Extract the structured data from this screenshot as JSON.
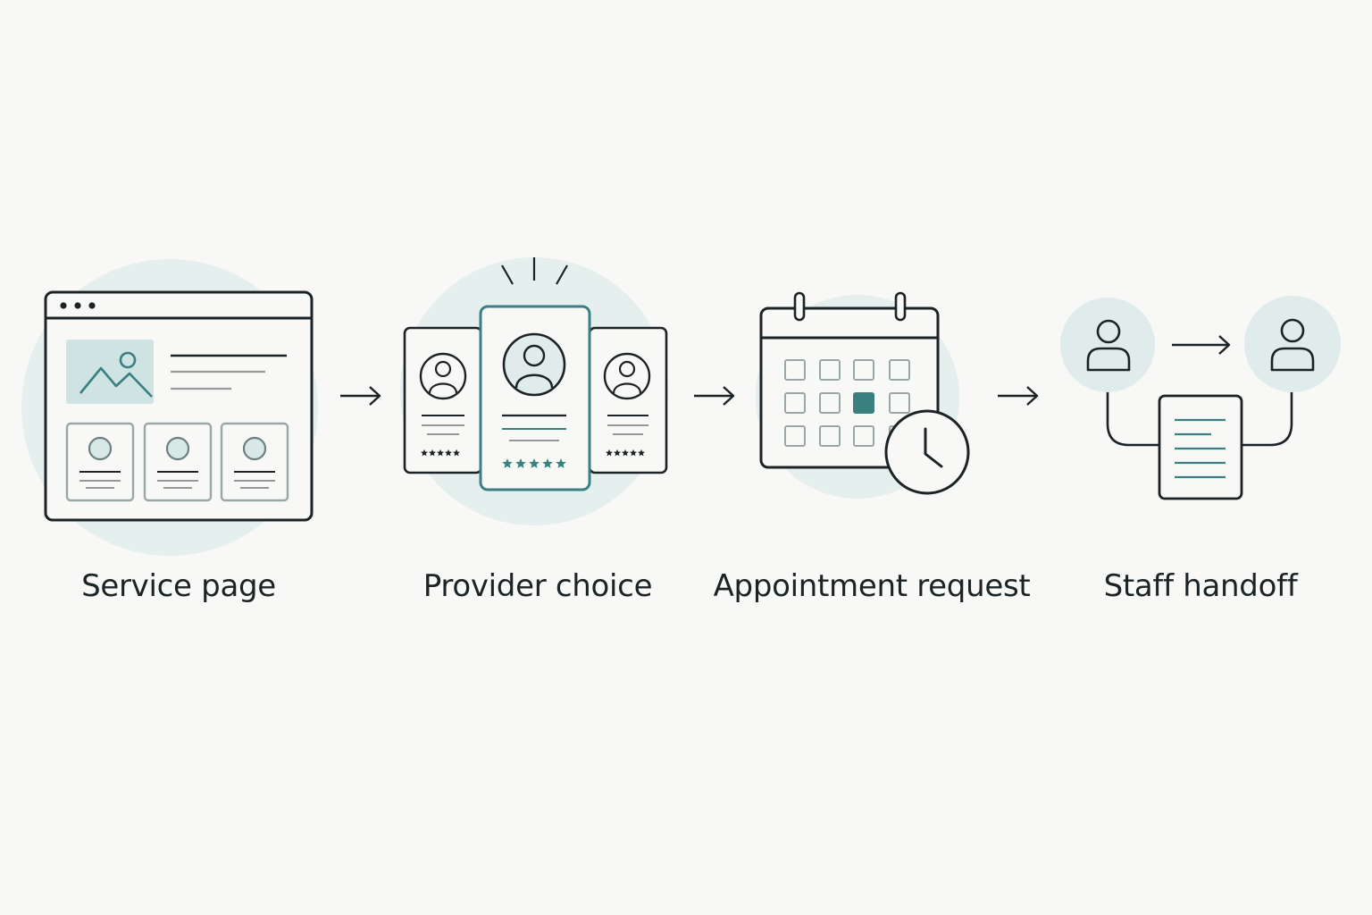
{
  "colors": {
    "background": "#f8f8f6",
    "stroke": "#1c2326",
    "accent": "#3a7f82",
    "accent_soft": "#e4efee",
    "accent_light": "#cfe3e2"
  },
  "steps": [
    {
      "label": "Service page",
      "icon": "browser-window-icon"
    },
    {
      "label": "Provider choice",
      "icon": "provider-cards-icon"
    },
    {
      "label": "Appointment request",
      "icon": "calendar-clock-icon"
    },
    {
      "label": "Staff handoff",
      "icon": "handoff-icon"
    }
  ],
  "provider_ratings": {
    "side_card_stars": 5,
    "featured_card_stars": 5
  }
}
